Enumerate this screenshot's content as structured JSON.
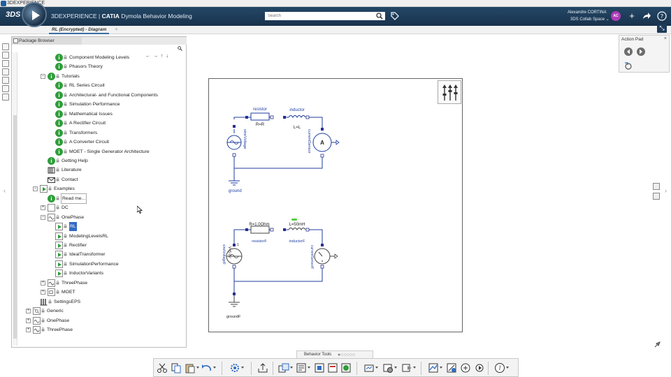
{
  "window": {
    "title": "3DEXPERIENCE"
  },
  "topbar": {
    "brand_ds": "3DS",
    "brand_prefix": "3DEXPERIENCE | ",
    "brand_catia": "CATIA",
    "app_name": " Dymola Behavior Modeling",
    "search_placeholder": "Search",
    "user_name": "Alexandre CORTINA",
    "collab_space": "3DS Collab Space",
    "collab_arrow": "⌄",
    "avatar_initials": "AC"
  },
  "tabs": [
    {
      "label": "RL (Encrypted) - Diagram"
    }
  ],
  "tab_add": "+",
  "package_browser": {
    "title": "Package Browser",
    "rows": [
      {
        "label": "Component Modeling Levels",
        "icon": "info",
        "level": 3,
        "expander": ""
      },
      {
        "label": "Phasors Theory",
        "icon": "info",
        "level": 3,
        "expander": ""
      },
      {
        "label": "Tutorials",
        "icon": "info",
        "level": 2,
        "expander": "-"
      },
      {
        "label": "RL Series Circuit",
        "icon": "info",
        "level": 3,
        "expander": ""
      },
      {
        "label": "Architectural- and Functional Components",
        "icon": "info",
        "level": 3,
        "expander": ""
      },
      {
        "label": "Simulation Performance",
        "icon": "info",
        "level": 3,
        "expander": ""
      },
      {
        "label": "Mathematical Issues",
        "icon": "info",
        "level": 3,
        "expander": ""
      },
      {
        "label": "A Rectifier Circuit",
        "icon": "info",
        "level": 3,
        "expander": ""
      },
      {
        "label": "Transformers",
        "icon": "info",
        "level": 3,
        "expander": ""
      },
      {
        "label": "A Converter Circuit",
        "icon": "info",
        "level": 3,
        "expander": ""
      },
      {
        "label": "MOET - Single Generator Architecture",
        "icon": "info",
        "level": 3,
        "expander": ""
      },
      {
        "label": "Getting Help",
        "icon": "info",
        "level": 2,
        "expander": ""
      },
      {
        "label": "Literature",
        "icon": "book",
        "level": 2,
        "expander": ""
      },
      {
        "label": "Contact",
        "icon": "mail",
        "level": 2,
        "expander": ""
      },
      {
        "label": "Examples",
        "icon": "play",
        "level": 1,
        "expander": "-"
      },
      {
        "label": "Read me...",
        "icon": "info",
        "level": 2,
        "expander": "",
        "style": "box"
      },
      {
        "label": "DC",
        "icon": "pkg",
        "level": 2,
        "expander": "+"
      },
      {
        "label": "OnePhase",
        "icon": "pkg-wave",
        "level": 2,
        "expander": "-"
      },
      {
        "label": "RL",
        "icon": "play",
        "level": 3,
        "expander": "",
        "style": "selected"
      },
      {
        "label": "ModelingLevelsRL",
        "icon": "play",
        "level": 3,
        "expander": ""
      },
      {
        "label": "Rectifier",
        "icon": "play",
        "level": 3,
        "expander": ""
      },
      {
        "label": "IdealTransformer",
        "icon": "play",
        "level": 3,
        "expander": ""
      },
      {
        "label": "SimulationPerformance",
        "icon": "play",
        "level": 3,
        "expander": ""
      },
      {
        "label": "InductorVariants",
        "icon": "play",
        "level": 3,
        "expander": ""
      },
      {
        "label": "ThreePhase",
        "icon": "pkg-wave3",
        "level": 2,
        "expander": "+"
      },
      {
        "label": "MOET",
        "icon": "pkg-moet",
        "level": 2,
        "expander": "+"
      },
      {
        "label": "SettingsEPS",
        "icon": "lib",
        "level": 1,
        "expander": ""
      },
      {
        "label": "Generic",
        "icon": "pkg-net",
        "level": 0,
        "expander": "+"
      },
      {
        "label": "OnePhase",
        "icon": "pkg-wave",
        "level": 0,
        "expander": "+"
      },
      {
        "label": "ThreePhase",
        "icon": "pkg-wave3",
        "level": 0,
        "expander": "+"
      }
    ],
    "nav_arrows": "← → ↑ ↓"
  },
  "diagram": {
    "top": {
      "resistor_name": "resistor",
      "resistor_param": "R=R",
      "inductor_name": "inductor",
      "inductor_param": "L=L",
      "source_name": "sineVoltage",
      "sensor_name": "currentSensor",
      "ground_name": "ground"
    },
    "bottom": {
      "resistor_param": "R=1.0Ohm",
      "resistor_name": "resistorF",
      "inductor_param": "L=50mH",
      "inductor_name": "inductorF",
      "source_name": "sineVoltageF",
      "source_value": "V=5.0V",
      "sensor_name": "currentSensorF",
      "ground_name": "groundF",
      "pin_label": "1"
    }
  },
  "action_pad": {
    "title": "Action Pad",
    "close": "×"
  },
  "behavior_tools": {
    "label": "Behavior Tools"
  },
  "colors": {
    "wire": "#1f3ea0",
    "node": "#2a2f8f",
    "info_green": "#2f9e3a",
    "topbar": "#1d3b5a"
  }
}
